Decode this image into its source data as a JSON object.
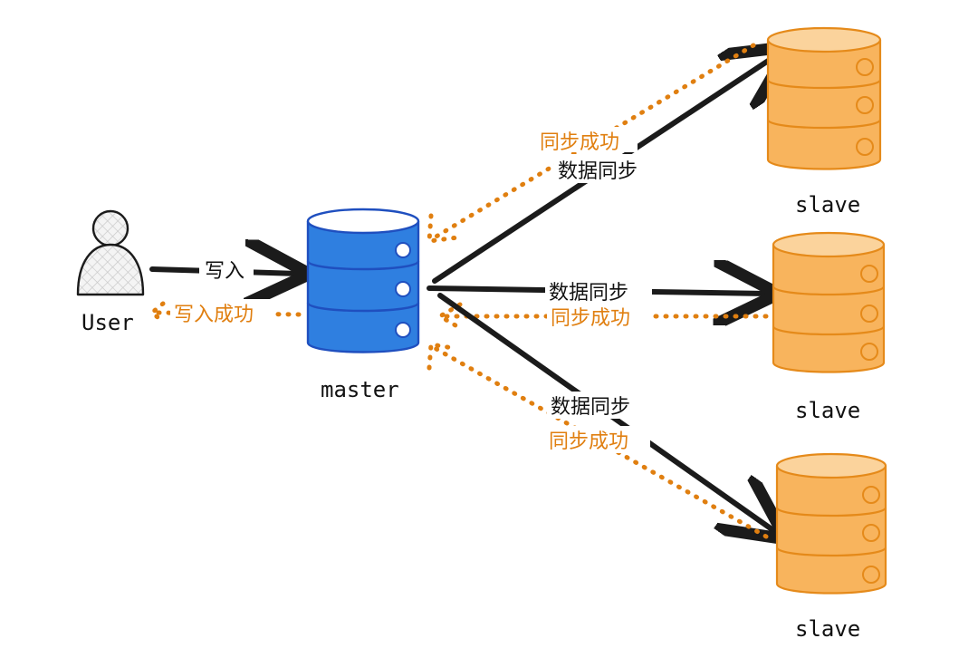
{
  "nodes": {
    "user": {
      "label": "User"
    },
    "master": {
      "label": "master",
      "fill": "#2f7fe0",
      "stroke": "#1f4fbf"
    },
    "slaves": [
      {
        "label": "slave"
      },
      {
        "label": "slave"
      },
      {
        "label": "slave"
      }
    ],
    "slave_fill": "#f8b45d",
    "slave_stroke": "#e58a1a"
  },
  "edges": {
    "write": "写入",
    "write_success": "写入成功",
    "sync_to_slave": [
      {
        "sync_label": "数据同步",
        "success_label": "同步成功"
      },
      {
        "sync_label": "数据同步",
        "success_label": "同步成功"
      },
      {
        "sync_label": "数据同步",
        "success_label": "同步成功"
      }
    ]
  },
  "colors": {
    "solid_arrow": "#1b1b1b",
    "dotted_arrow": "#e07f10"
  }
}
